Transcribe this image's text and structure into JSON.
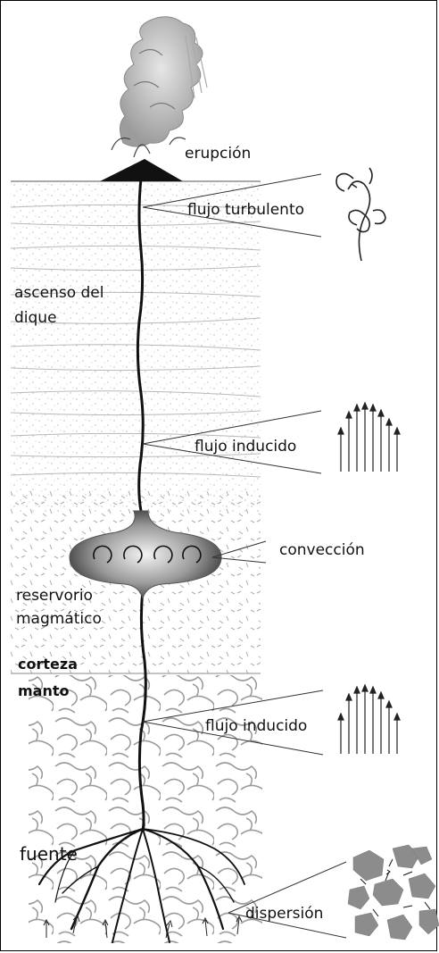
{
  "labels": {
    "eruption": "erupción",
    "turbulent_flow": "flujo turbulento",
    "dike_ascent_line1": "ascenso del",
    "dike_ascent_line2": "dique",
    "induced_flow_upper": "flujo inducido",
    "convection": "convección",
    "reservoir_line1": "reservorio",
    "reservoir_line2": "magmático",
    "crust": "corteza",
    "mantle": "manto",
    "induced_flow_lower": "flujo inducido",
    "source": "fuente",
    "dispersion": "dispersión"
  }
}
